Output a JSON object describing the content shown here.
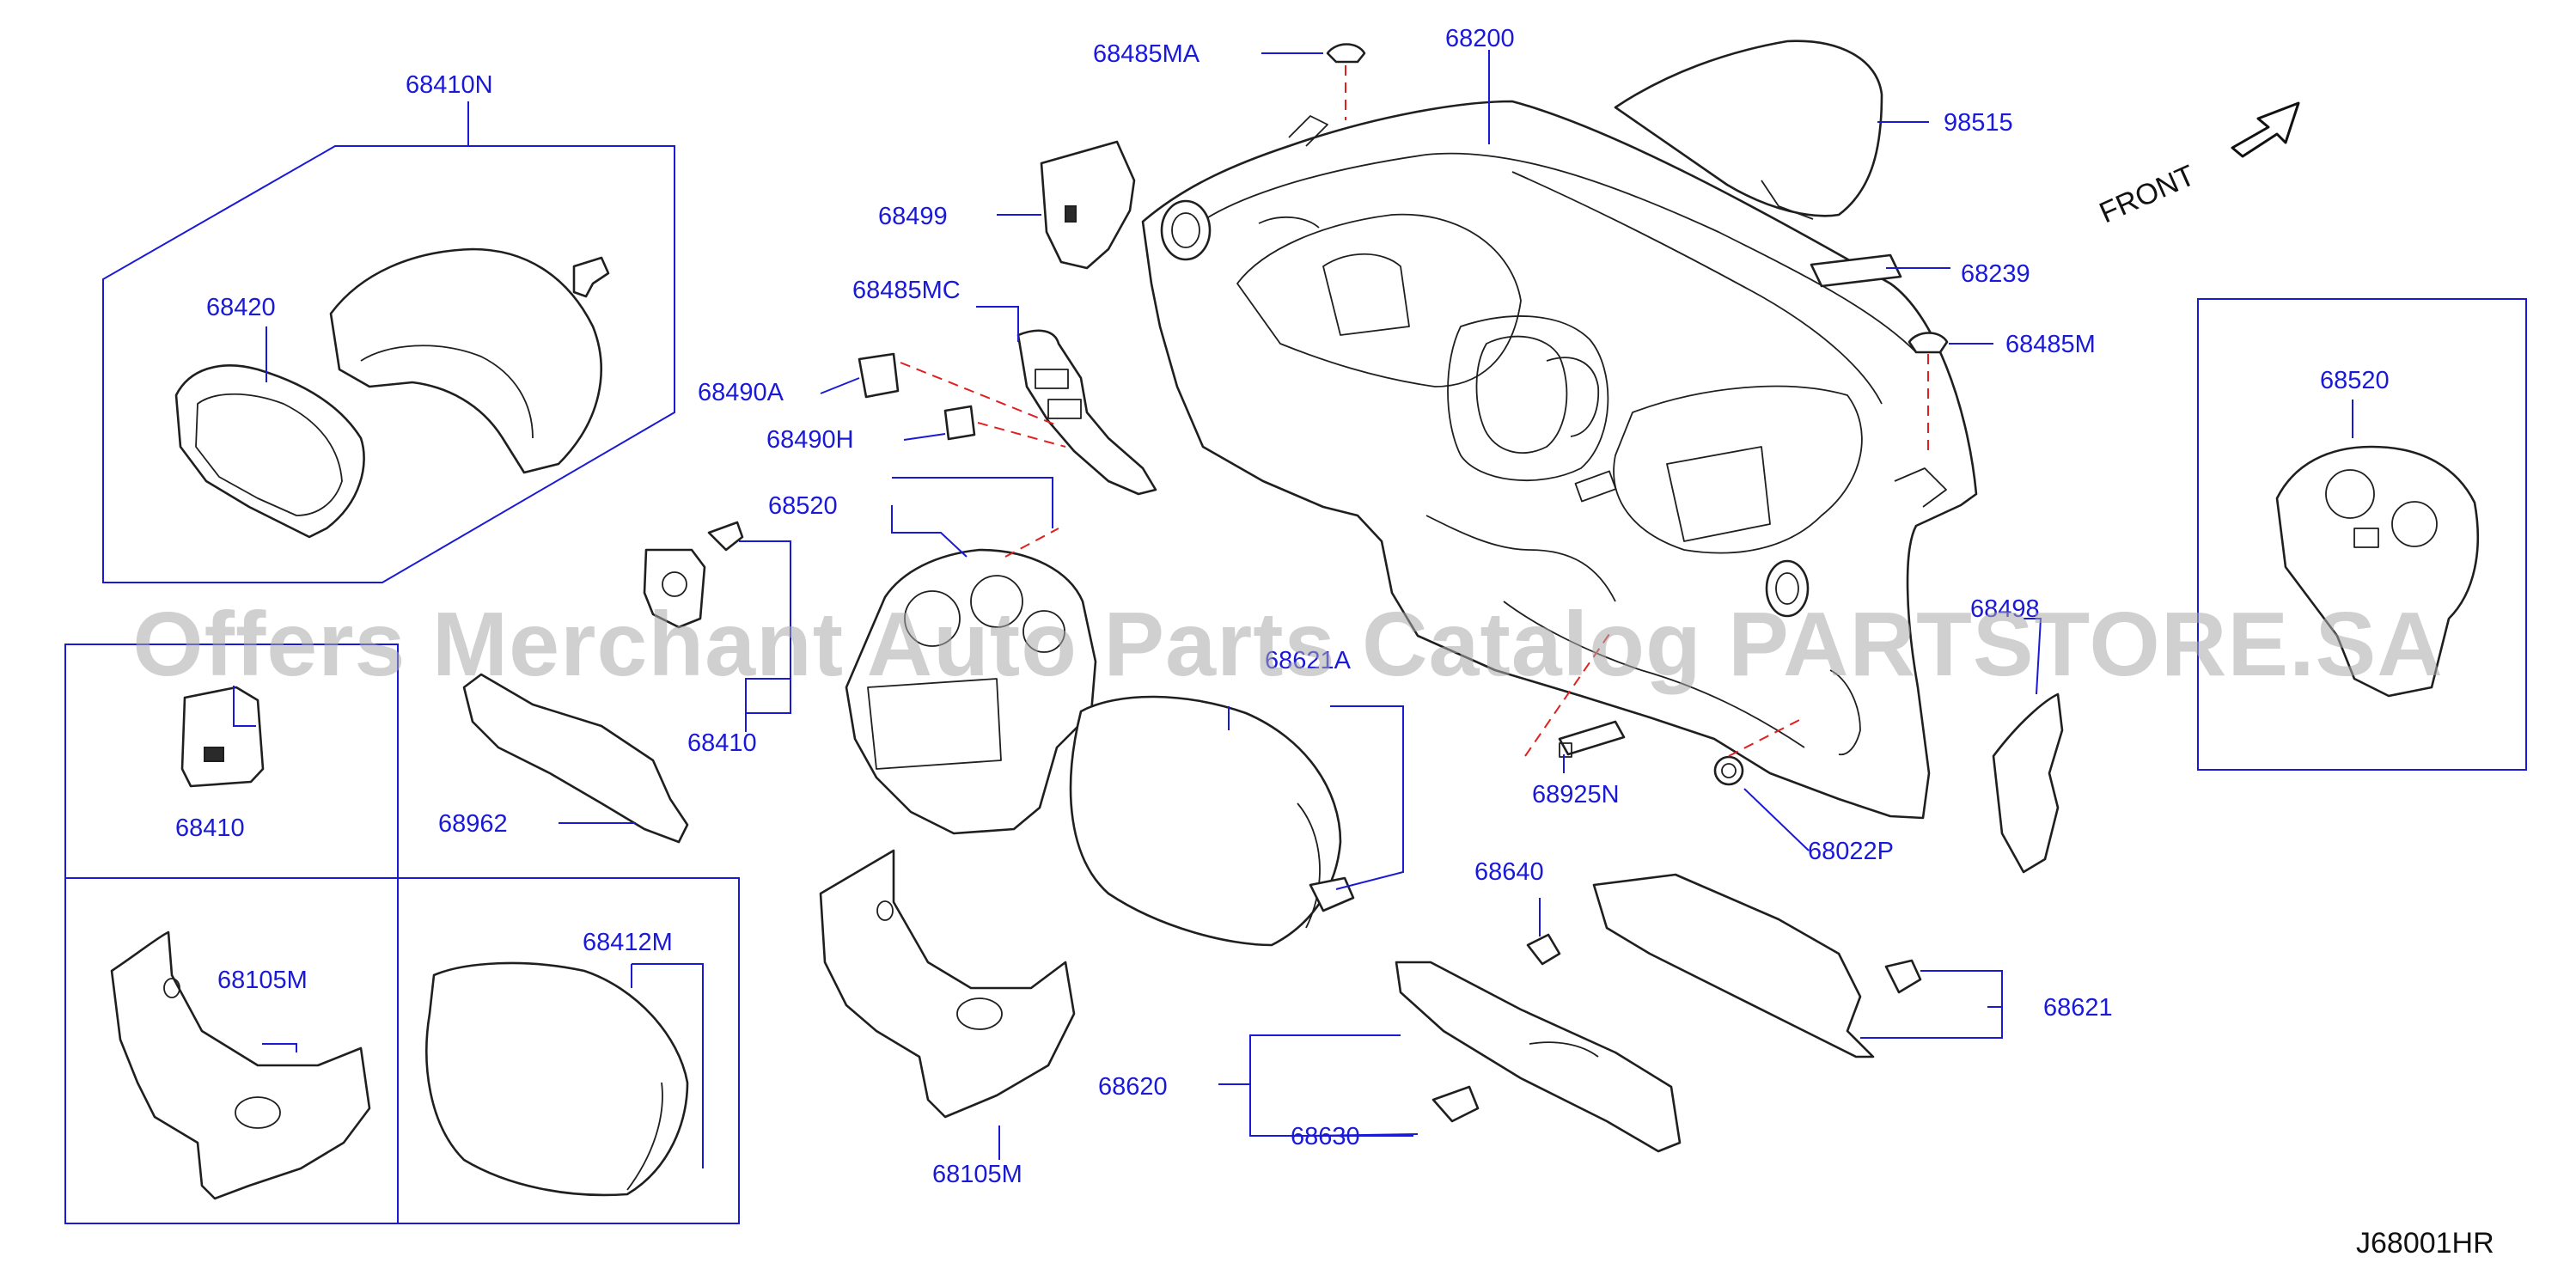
{
  "diagram": {
    "drawing_code": "J68001HR",
    "front_label": "FRONT",
    "watermark": "Offers Merchant Auto Parts Catalog PARTSTORE.SA",
    "callouts": [
      "68410N",
      "68420",
      "68410",
      "68105M",
      "68412M",
      "68485MA",
      "68499",
      "68485MC",
      "68490A",
      "68490H",
      "68520",
      "68410",
      "68962",
      "68105M",
      "68200",
      "98515",
      "68239",
      "68485M",
      "68520",
      "68498",
      "68925N",
      "68022P",
      "68640",
      "68620",
      "68630",
      "68621",
      "68621A"
    ]
  }
}
